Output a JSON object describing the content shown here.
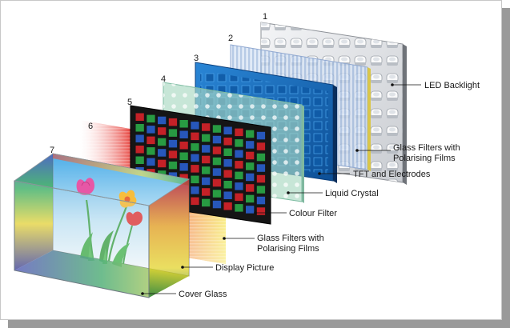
{
  "layers": [
    {
      "number": "1",
      "label_lines": [
        "LED Backlight"
      ]
    },
    {
      "number": "2",
      "label_lines": [
        "Glass Filters with",
        "Polarising Films"
      ]
    },
    {
      "number": "3",
      "label_lines": [
        "TFT and Electrodes"
      ]
    },
    {
      "number": "4",
      "label_lines": [
        "Liquid Crystal"
      ]
    },
    {
      "number": "5",
      "label_lines": [
        "Colour Filter"
      ]
    },
    {
      "number": "6",
      "label_lines": [
        "Glass Filters with",
        "Polarising Films"
      ]
    },
    {
      "number": "7",
      "label_lines": [
        "Display Picture"
      ]
    },
    {
      "number": "",
      "label_lines": [
        "Cover Glass"
      ]
    }
  ],
  "colors": {
    "backlight": "#e6e8ec",
    "polariser_back": "#c9d8ef",
    "tft": "#1d6fbf",
    "liquid_crystal": "#a9d8c2",
    "colour_filter": "#151515",
    "polariser_front_red": "#e4231c",
    "polariser_front_yellow": "#f4df2a",
    "picture_sky": "#3aa6e6",
    "cover_glass": "#dfe6ea",
    "frame_shadow": "#9a9a9a"
  }
}
